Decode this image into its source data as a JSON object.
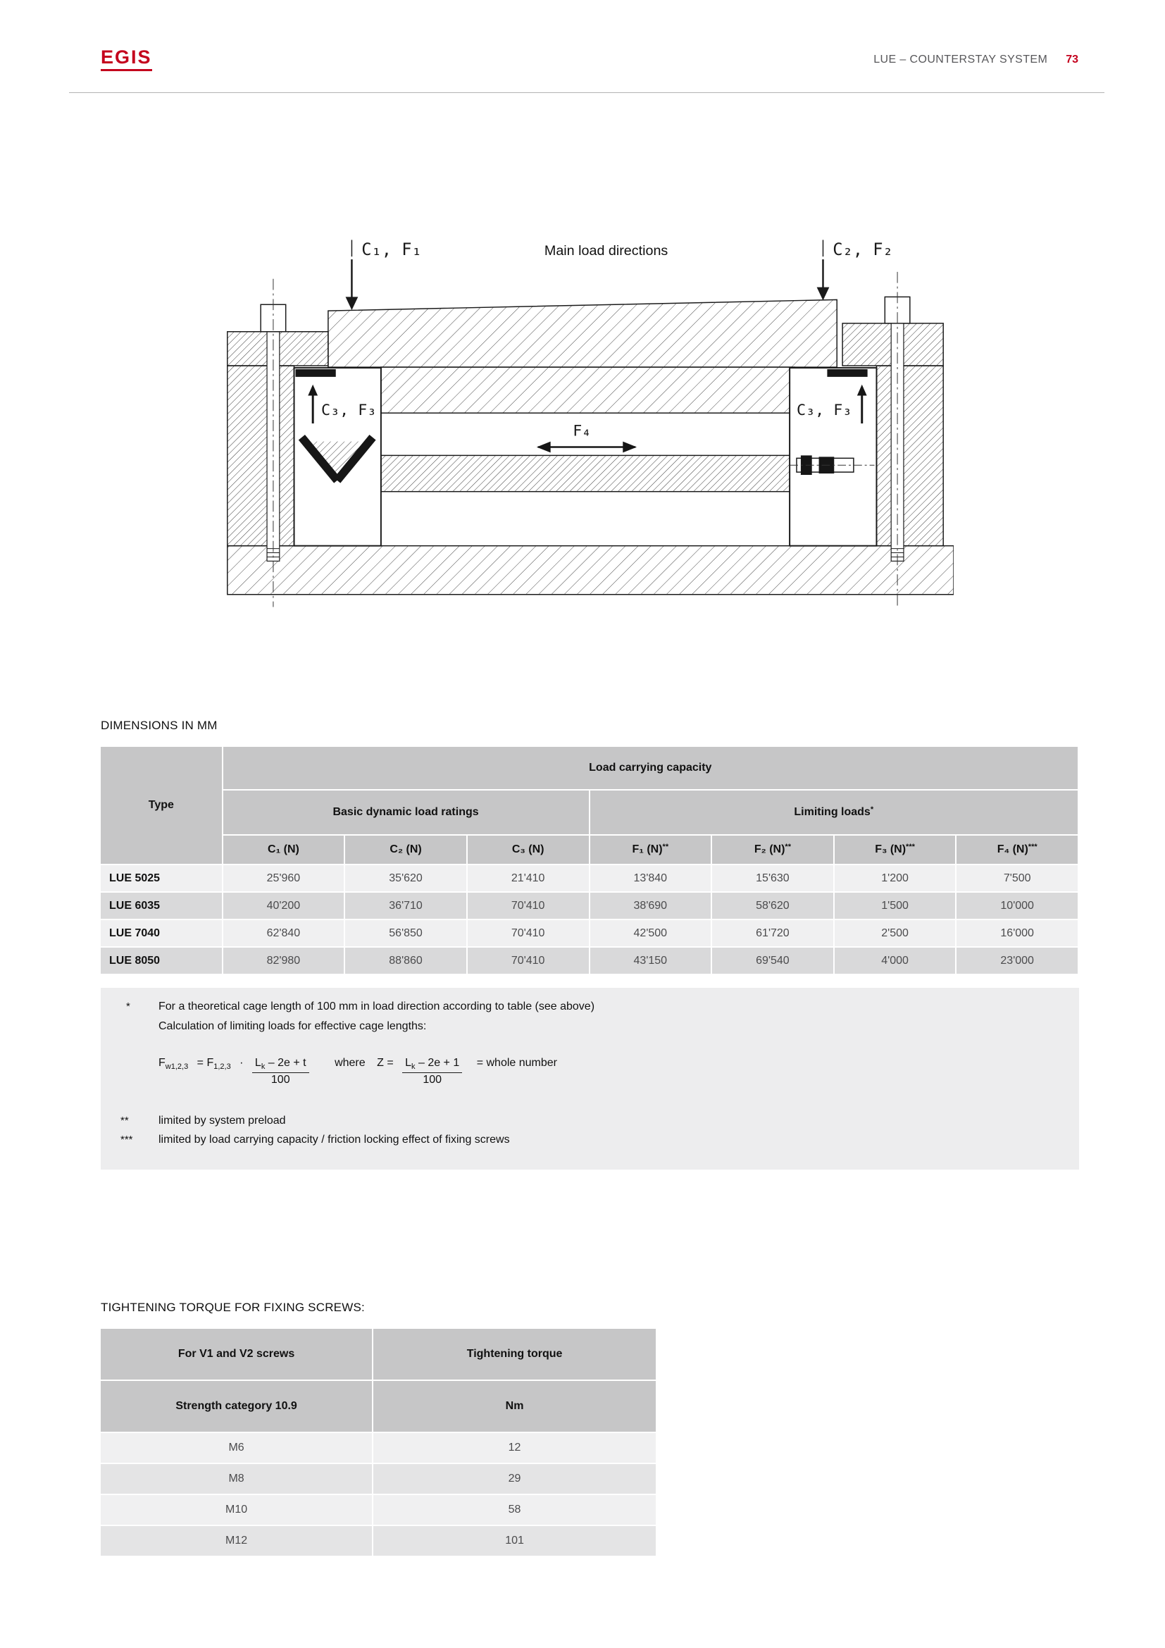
{
  "colors": {
    "accent": "#c4001d",
    "text": "#1a1a1a",
    "muted": "#4b4b4d",
    "header_gray": "#c6c6c7",
    "row_light": "#f0f0f1",
    "row_dark": "#d9d9da",
    "notes_bg": "#ededee"
  },
  "header": {
    "logo": "EGIS",
    "title": "LUE – COUNTERSTAY SYSTEM",
    "page_number": "73"
  },
  "drawing": {
    "load_left": "C₁, F₁",
    "title": "Main load directions",
    "load_right": "C₂, F₂",
    "load_inner_left": "C₃, F₃",
    "load_inner_right": "C₃, F₃",
    "load_axial": "F₄"
  },
  "dimensions_heading": "DIMENSIONS IN MM",
  "load_table": {
    "type_header": "Type",
    "group_header": "Load carrying capacity",
    "subgroup_left": "Basic dynamic load ratings",
    "subgroup_right": {
      "label": "Limiting loads",
      "sup": "*"
    },
    "columns": [
      {
        "label": "C₁ (N)",
        "sup": ""
      },
      {
        "label": "C₂ (N)",
        "sup": ""
      },
      {
        "label": "C₃ (N)",
        "sup": ""
      },
      {
        "label": "F₁ (N)",
        "sup": "**"
      },
      {
        "label": "F₂ (N)",
        "sup": "**"
      },
      {
        "label": "F₃ (N)",
        "sup": "***"
      },
      {
        "label": "F₄ (N)",
        "sup": "***"
      }
    ],
    "rows": [
      {
        "type": "LUE 5025",
        "values": [
          "25'960",
          "35'620",
          "21'410",
          "13'840",
          "15'630",
          "1'200",
          "7'500"
        ]
      },
      {
        "type": "LUE 6035",
        "values": [
          "40'200",
          "36'710",
          "70'410",
          "38'690",
          "58'620",
          "1'500",
          "10'000"
        ]
      },
      {
        "type": "LUE 7040",
        "values": [
          "62'840",
          "56'850",
          "70'410",
          "42'500",
          "61'720",
          "2'500",
          "16'000"
        ]
      },
      {
        "type": "LUE 8050",
        "values": [
          "82'980",
          "88'860",
          "70'410",
          "43'150",
          "69'540",
          "4'000",
          "23'000"
        ]
      }
    ]
  },
  "notes": {
    "star1": "*",
    "line1": "For a theoretical cage length of 100 mm in load direction according to table (see above)",
    "line2": "Calculation of limiting loads for effective cage lengths:",
    "formula": {
      "lhs_base": "F",
      "lhs_sub": "w1,2,3",
      "eq1": "= F",
      "rhs_sub": "1,2,3",
      "times": "·",
      "frac1": {
        "num_base": "L",
        "num_sub": "k",
        "num_rest": "– 2e + t",
        "den": "100"
      },
      "where": "where",
      "z": "Z =",
      "frac2": {
        "num_base": "L",
        "num_sub": "k",
        "num_rest": "– 2e + 1",
        "den": "100"
      },
      "result": "= whole number"
    },
    "star2": "**",
    "line3": "limited by system preload",
    "star3": "***",
    "line4": "limited by load carrying capacity / friction locking effect of fixing screws"
  },
  "torque": {
    "heading": "TIGHTENING TORQUE FOR FIXING SCREWS:",
    "table": {
      "col1_header": "For V1 and V2 screws",
      "col2_header": "Tightening torque",
      "col1_subheader": "Strength category 10.9",
      "col2_subheader": "Nm",
      "rows": [
        {
          "size": "M6",
          "torque": "12"
        },
        {
          "size": "M8",
          "torque": "29"
        },
        {
          "size": "M10",
          "torque": "58"
        },
        {
          "size": "M12",
          "torque": "101"
        }
      ]
    }
  }
}
